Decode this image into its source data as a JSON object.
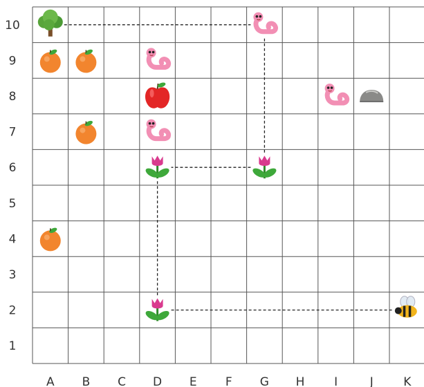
{
  "grid": {
    "columns": [
      "A",
      "B",
      "C",
      "D",
      "E",
      "F",
      "G",
      "H",
      "I",
      "J",
      "K"
    ],
    "rows": [
      "1",
      "2",
      "3",
      "4",
      "5",
      "6",
      "7",
      "8",
      "9",
      "10"
    ],
    "line_color": "#555555"
  },
  "items": [
    {
      "type": "tree",
      "name": "tree-icon",
      "col": "A",
      "row": "10"
    },
    {
      "type": "worm",
      "name": "worm-icon",
      "col": "G",
      "row": "10"
    },
    {
      "type": "orange",
      "name": "orange-icon",
      "col": "A",
      "row": "9"
    },
    {
      "type": "orange",
      "name": "orange-icon",
      "col": "B",
      "row": "9"
    },
    {
      "type": "worm",
      "name": "worm-icon",
      "col": "D",
      "row": "9"
    },
    {
      "type": "apple",
      "name": "apple-icon",
      "col": "D",
      "row": "8"
    },
    {
      "type": "worm",
      "name": "worm-icon",
      "col": "I",
      "row": "8"
    },
    {
      "type": "rock",
      "name": "rock-icon",
      "col": "J",
      "row": "8"
    },
    {
      "type": "orange",
      "name": "orange-icon",
      "col": "B",
      "row": "7"
    },
    {
      "type": "worm",
      "name": "worm-icon",
      "col": "D",
      "row": "7"
    },
    {
      "type": "flower",
      "name": "flower-icon",
      "col": "D",
      "row": "6"
    },
    {
      "type": "flower",
      "name": "flower-icon",
      "col": "G",
      "row": "6"
    },
    {
      "type": "orange",
      "name": "orange-icon",
      "col": "A",
      "row": "4"
    },
    {
      "type": "flower",
      "name": "flower-icon",
      "col": "D",
      "row": "2"
    },
    {
      "type": "bee",
      "name": "bee-icon",
      "col": "K",
      "row": "2"
    }
  ],
  "paths": [
    {
      "name": "dashed-path-tree-to-worm",
      "from": {
        "col": "A",
        "row": "10"
      },
      "to": {
        "col": "G",
        "row": "10"
      }
    },
    {
      "name": "dashed-path-worm-to-flower",
      "from": {
        "col": "G",
        "row": "10"
      },
      "to": {
        "col": "G",
        "row": "6"
      }
    },
    {
      "name": "dashed-path-flower-to-flower",
      "from": {
        "col": "G",
        "row": "6"
      },
      "to": {
        "col": "D",
        "row": "6"
      }
    },
    {
      "name": "dashed-path-flower-down",
      "from": {
        "col": "D",
        "row": "6"
      },
      "to": {
        "col": "D",
        "row": "2"
      }
    },
    {
      "name": "dashed-path-flower-to-bee",
      "from": {
        "col": "D",
        "row": "2"
      },
      "to": {
        "col": "K",
        "row": "2"
      }
    }
  ],
  "colors": {
    "dash": "#222222",
    "orange": "#f2852e",
    "apple": "#e32626",
    "worm": "#f28fb4",
    "leaf": "#3ea83a",
    "petal": "#d93a8e",
    "rock": "#8a8a88",
    "bee_body": "#f2b41b",
    "tree_canopy": "#58a43a",
    "trunk": "#7a4f2a"
  }
}
